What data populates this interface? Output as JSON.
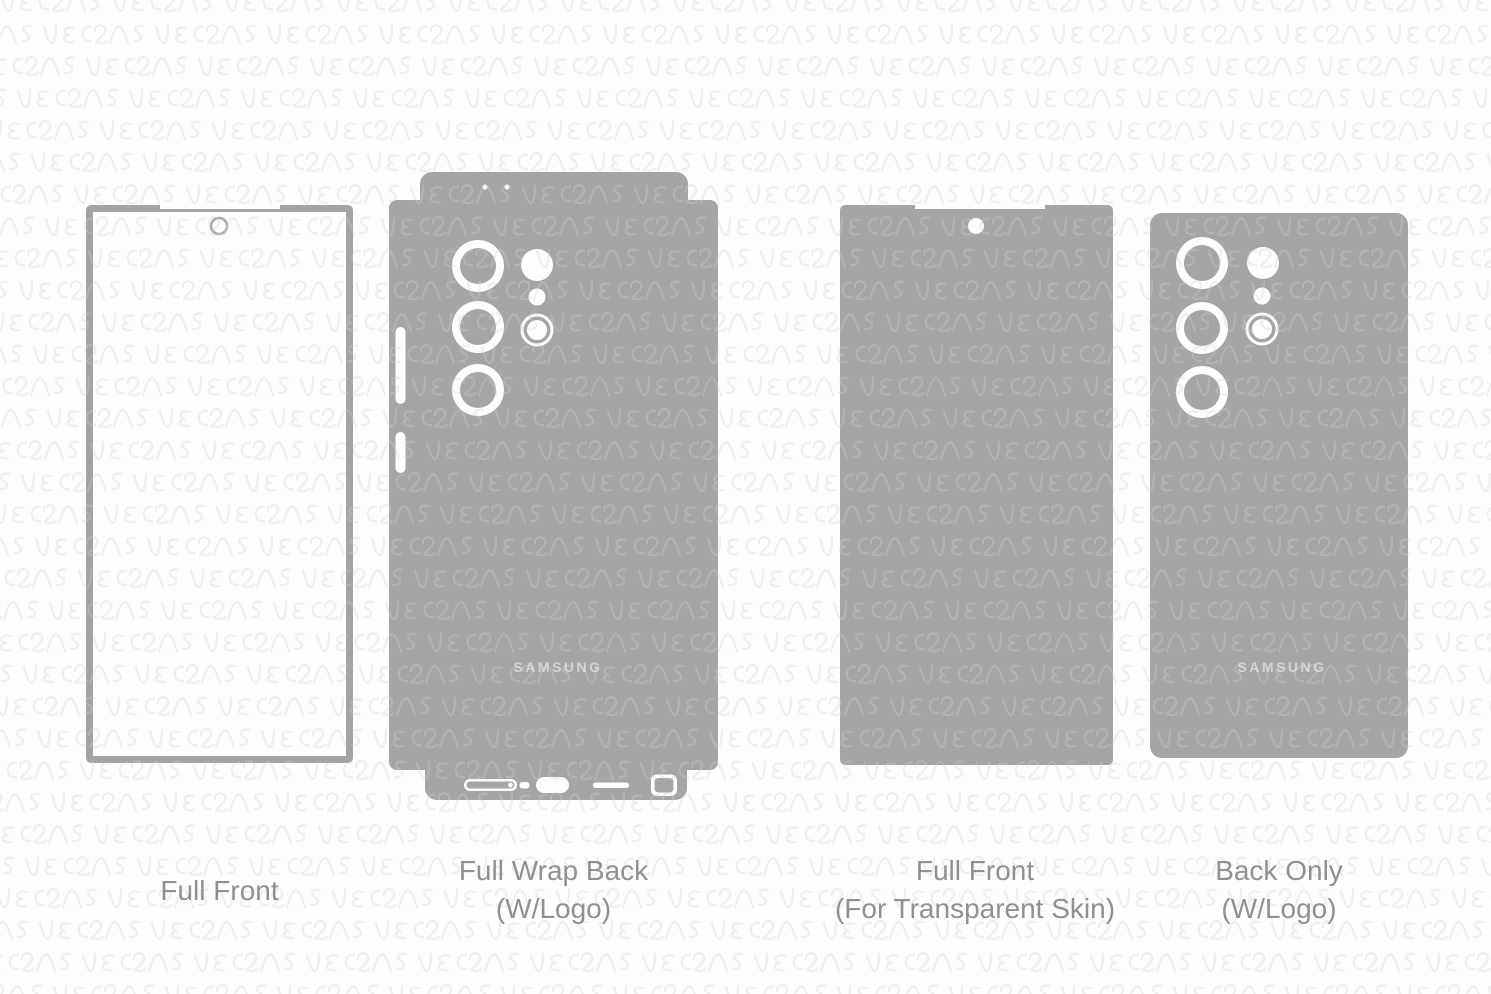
{
  "page": {
    "background": "#fdfdfd",
    "watermark": {
      "text": "VECRAS",
      "stroke_on_white": "#ececec",
      "overlay_stroke": "#ffffff"
    }
  },
  "colors": {
    "body_gray": "#a5a5a5",
    "outline_gray": "#a3a3a3",
    "label_gray": "#909090",
    "logo_gray": "#d3d3d3",
    "watermark_gray": "#ececec"
  },
  "templates": [
    {
      "name": "full-front",
      "label_line1": "Full Front"
    },
    {
      "name": "full-wrap-back",
      "label_line1": "Full Wrap Back",
      "label_line2": "(W/Logo)",
      "logo": "SAMSUNG"
    },
    {
      "name": "full-front-transparent",
      "label_line1": "Full Front",
      "label_line2": "(For Transparent Skin)"
    },
    {
      "name": "back-only",
      "label_line1": "Back Only",
      "label_line2": "(W/Logo)",
      "logo": "SAMSUNG"
    }
  ]
}
